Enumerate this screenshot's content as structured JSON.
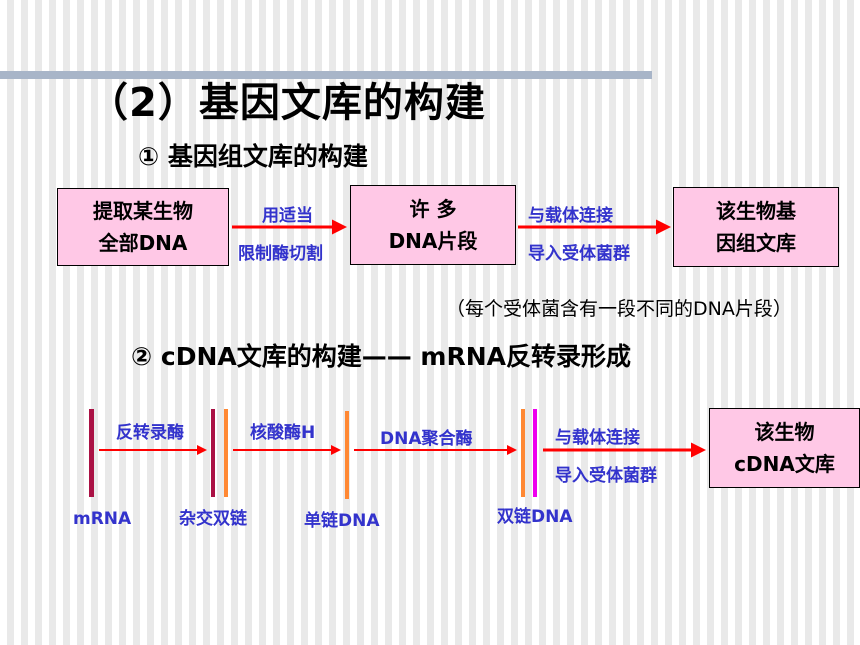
{
  "title": "（2）基因文库的构建",
  "section1": {
    "heading": "① 基因组文库的构建",
    "box1": {
      "line1": "提取某生物",
      "line2": "全部DNA"
    },
    "arrow1": {
      "top": "用适当",
      "bottom": "限制酶切割"
    },
    "box2": {
      "line1": "许 多",
      "line2": "DNA片段"
    },
    "arrow2": {
      "top": "与载体连接",
      "bottom": "导入受体菌群"
    },
    "box3": {
      "line1": "该生物基",
      "line2": "因组文库"
    },
    "note": "（每个受体菌含有一段不同的DNA片段）"
  },
  "section2": {
    "heading": "② cDNA文库的构建—— mRNA反转录形成",
    "steps": [
      "反转录酶",
      "核酸酶H",
      "DNA聚合酶"
    ],
    "final_arrow": {
      "top": "与载体连接",
      "bottom": "导入受体菌群"
    },
    "box": {
      "line1": "该生物",
      "line2": "cDNA文库"
    },
    "labels": [
      "mRNA",
      "杂交双链",
      "单链DNA",
      "双链DNA"
    ]
  },
  "colors": {
    "box_fill": "#ffc8e6",
    "arrow_red": "#ff0000",
    "label_blue": "#3333cc",
    "strand_dark_red": "#aa1144",
    "strand_orange": "#ff8833",
    "strand_magenta": "#ee00ee",
    "top_bar": "#a8b5c8"
  }
}
